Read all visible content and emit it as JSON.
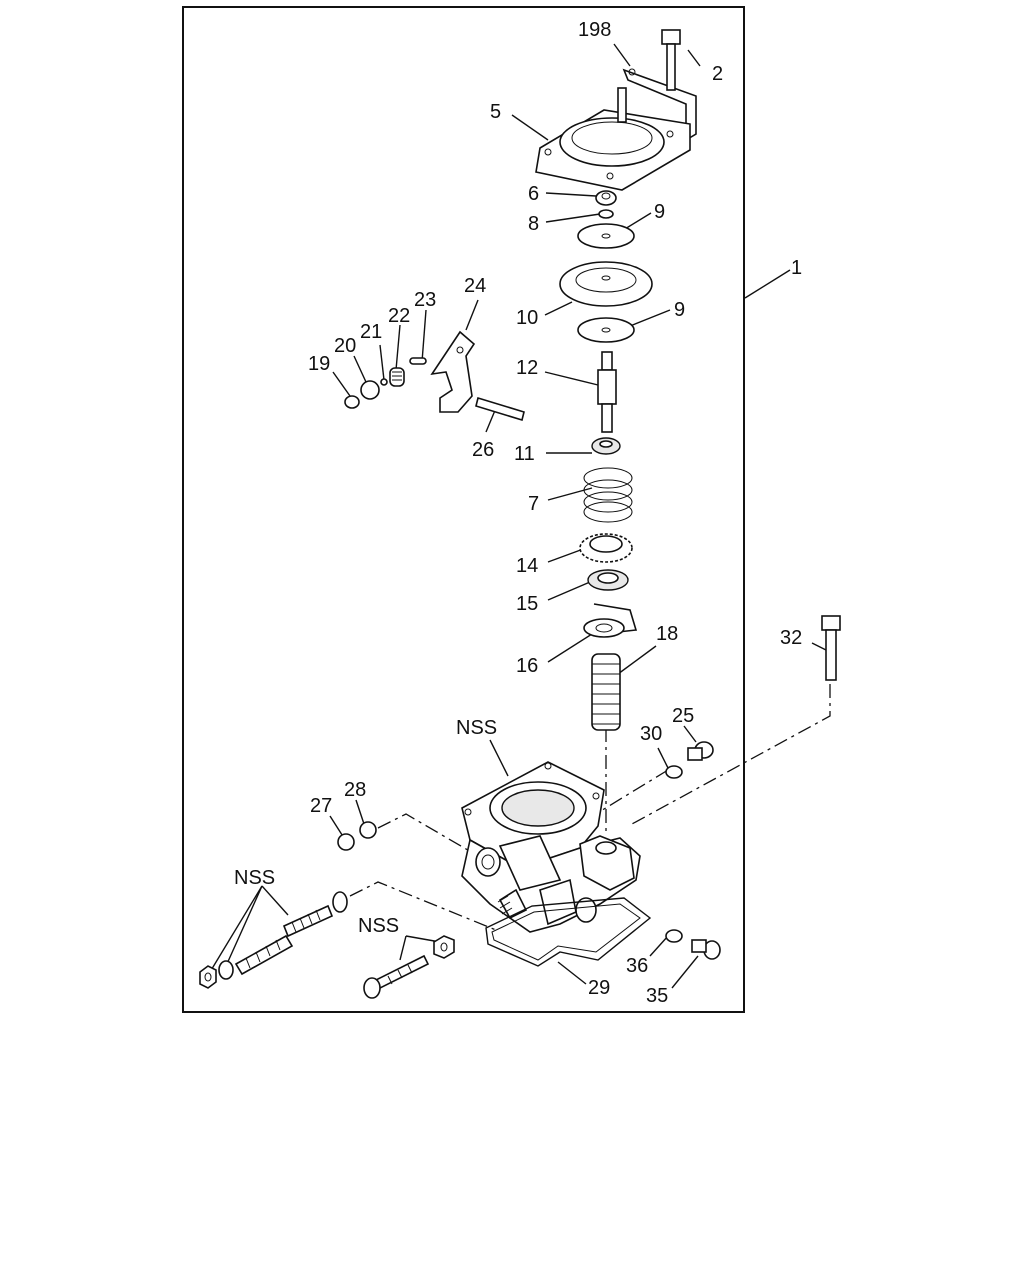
{
  "diagram": {
    "callouts": {
      "c198": "198",
      "c2": "2",
      "c5": "5",
      "c6": "6",
      "c8": "8",
      "c9a": "9",
      "c1": "1",
      "c10": "10",
      "c9b": "9",
      "c24": "24",
      "c23": "23",
      "c22": "22",
      "c21": "21",
      "c20": "20",
      "c19": "19",
      "c12": "12",
      "c26": "26",
      "c11": "11",
      "c7": "7",
      "c14": "14",
      "c15": "15",
      "c18": "18",
      "c16": "16",
      "c32": "32",
      "c25": "25",
      "c30": "30",
      "c_nss_body": "NSS",
      "c28": "28",
      "c27": "27",
      "c_nss_left": "NSS",
      "c_nss_mid": "NSS",
      "c36": "36",
      "c29": "29",
      "c35": "35"
    }
  }
}
